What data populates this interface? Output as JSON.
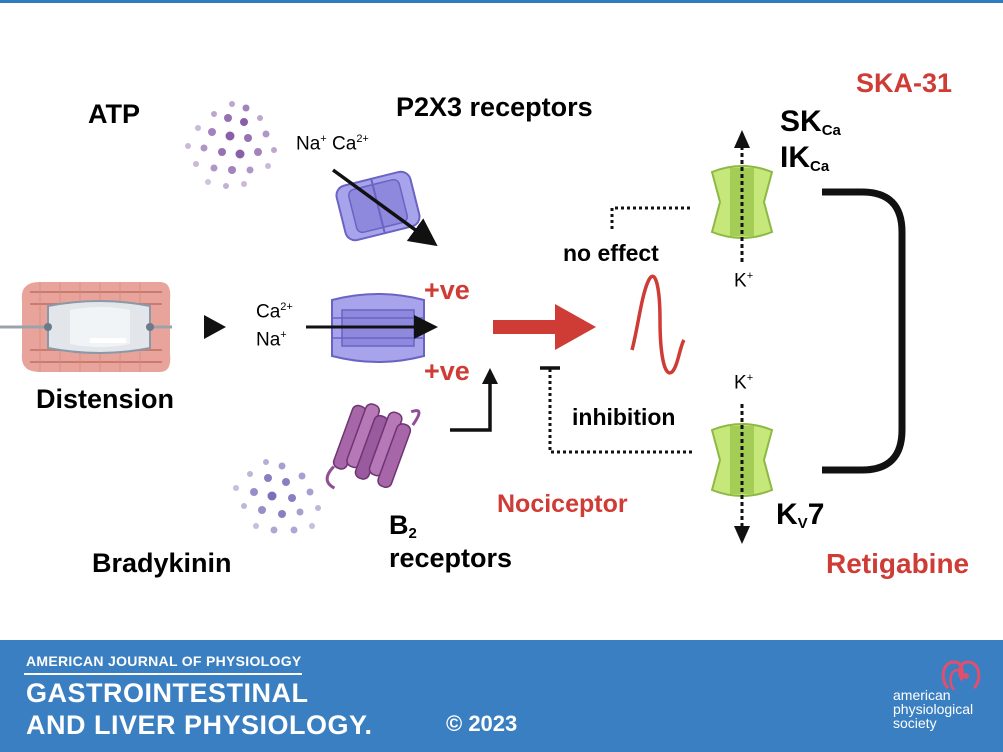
{
  "diagram": {
    "labels": {
      "atp": "ATP",
      "p2x3": "P2X3 receptors",
      "na_top": "Na",
      "na_top_sup": "+",
      "ca_top": "Ca",
      "ca_top_sup": "2+",
      "ca_mid": "Ca",
      "ca_mid_sup": "2+",
      "na_mid": "Na",
      "na_mid_sup": "+",
      "distension": "Distension",
      "plus_ve_1": "+ve",
      "plus_ve_2": "+ve",
      "bradykinin": "Bradykinin",
      "b2": "B",
      "b2_sub": "2",
      "receptors": "receptors",
      "nociceptor": "Nociceptor",
      "no_effect": "no effect",
      "inhibition": "inhibition",
      "k_top": "K",
      "k_top_sup": "+",
      "k_bot": "K",
      "k_bot_sup": "+",
      "ska31": "SKA-31",
      "sk": "SK",
      "sk_sub": "Ca",
      "ik": "IK",
      "ik_sub": "Ca",
      "kv": "K",
      "kv_sub": "V",
      "kv_num": "7",
      "retigabine": "Retigabine"
    },
    "colors": {
      "red": "#cf3b35",
      "channel_purple": "#9c97e6",
      "channel_green": "#c6e87a",
      "gpcr": "#8e4f95",
      "dots_purple": "#7b4f9f"
    }
  },
  "footer": {
    "society_line": "AMERICAN JOURNAL OF PHYSIOLOGY",
    "journal_line1": "GASTROINTESTINAL",
    "journal_line2": "AND LIVER PHYSIOLOGY.",
    "year": "© 2023",
    "aps_line1": "american",
    "aps_line2": "physiological",
    "aps_line3": "society"
  }
}
